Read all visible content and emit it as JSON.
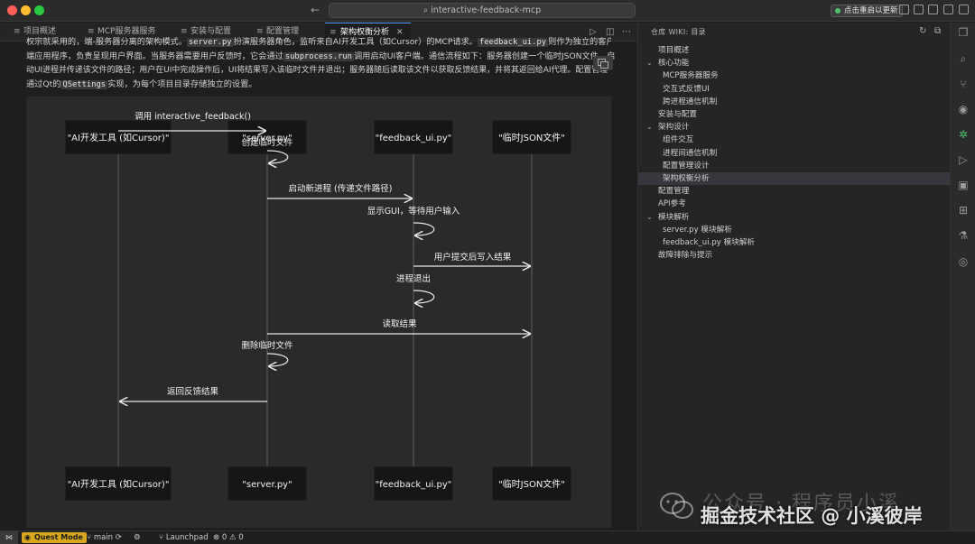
{
  "window": {
    "search_text": "interactive-feedback-mcp",
    "restart_label": "点击重启以更新"
  },
  "tabs": [
    {
      "label": "项目概述",
      "active": false
    },
    {
      "label": "MCP服务器服务",
      "active": false
    },
    {
      "label": "安装与配置",
      "active": false
    },
    {
      "label": "配置管理",
      "active": false
    },
    {
      "label": "架构权衡分析",
      "active": true
    }
  ],
  "editor": {
    "para_line1": "权宗就采用的，端-服务器分离的架构模式。",
    "code1": "server.py",
    "para_line1b": "扮演服务器角色，监听来自AI开发工具（如Cursor）的MCP请求。",
    "code2": "feedback_ui.py",
    "para_line1c": "则作为独立的客户",
    "para_line2a": "端应用程序，负责呈现用户界面。当服务器需要用户反馈时，它会通过",
    "code3": "subprocess.run",
    "para_line2b": "调用启动UI客户端。通信流程如下：服务器创建一个临时JSON文件，启",
    "para_line3": "动UI进程并传递该文件的路径；用户在UI中完成操作后，UI将结果写入该临时文件并退出；服务器随后读取该文件以获取反馈结果，并将其返回给AI代理。配置管理",
    "para_line4a": "通过Qt的",
    "code4": "QSettings",
    "para_line4b": "实现，为每个项目目录存储独立的设置。"
  },
  "diagram": {
    "participants": [
      "\"AI开发工具 (如Cursor)\"",
      "\"server.py\"",
      "\"feedback_ui.py\"",
      "\"临时JSON文件\""
    ],
    "messages": [
      {
        "label": "调用 interactive_feedback()"
      },
      {
        "label": "创建临时文件"
      },
      {
        "label": "启动新进程 (传递文件路径)"
      },
      {
        "label": "显示GUI，等待用户输入"
      },
      {
        "label": "用户提交后写入结果"
      },
      {
        "label": "进程退出"
      },
      {
        "label": "读取结果"
      },
      {
        "label": "删除临时文件"
      },
      {
        "label": "返回反馈结果"
      }
    ]
  },
  "panel": {
    "title": "仓库 WIKI: 目录",
    "items": [
      {
        "label": "项目概述",
        "level": 0,
        "chevron": false
      },
      {
        "label": "核心功能",
        "level": 0,
        "chevron": true
      },
      {
        "label": "MCP服务器服务",
        "level": 1,
        "chevron": false
      },
      {
        "label": "交互式反馈UI",
        "level": 1,
        "chevron": false
      },
      {
        "label": "跨进程通信机制",
        "level": 1,
        "chevron": false
      },
      {
        "label": "安装与配置",
        "level": 0,
        "chevron": false
      },
      {
        "label": "架构设计",
        "level": 0,
        "chevron": true
      },
      {
        "label": "组件交互",
        "level": 1,
        "chevron": false
      },
      {
        "label": "进程间通信机制",
        "level": 1,
        "chevron": false
      },
      {
        "label": "配置管理设计",
        "level": 1,
        "chevron": false
      },
      {
        "label": "架构权衡分析",
        "level": 1,
        "chevron": false,
        "active": true
      },
      {
        "label": "配置管理",
        "level": 0,
        "chevron": false
      },
      {
        "label": "API参考",
        "level": 0,
        "chevron": false
      },
      {
        "label": "模块解析",
        "level": 0,
        "chevron": true
      },
      {
        "label": "server.py 模块解析",
        "level": 1,
        "chevron": false
      },
      {
        "label": "feedback_ui.py 模块解析",
        "level": 1,
        "chevron": false
      },
      {
        "label": "故障排除与提示",
        "level": 0,
        "chevron": false
      }
    ]
  },
  "status": {
    "quest_label": "Quest Mode",
    "branch": "main",
    "launchpad": "Launchpad",
    "errors": "0",
    "warnings": "0"
  },
  "watermark": {
    "sub": "公众号 · 程序员小溪",
    "main": "掘金技术社区 @ 小溪彼岸"
  },
  "colors": {
    "accent": "#4a9eff",
    "quest": "#d7a81e",
    "active_icon": "#4ec36d"
  }
}
